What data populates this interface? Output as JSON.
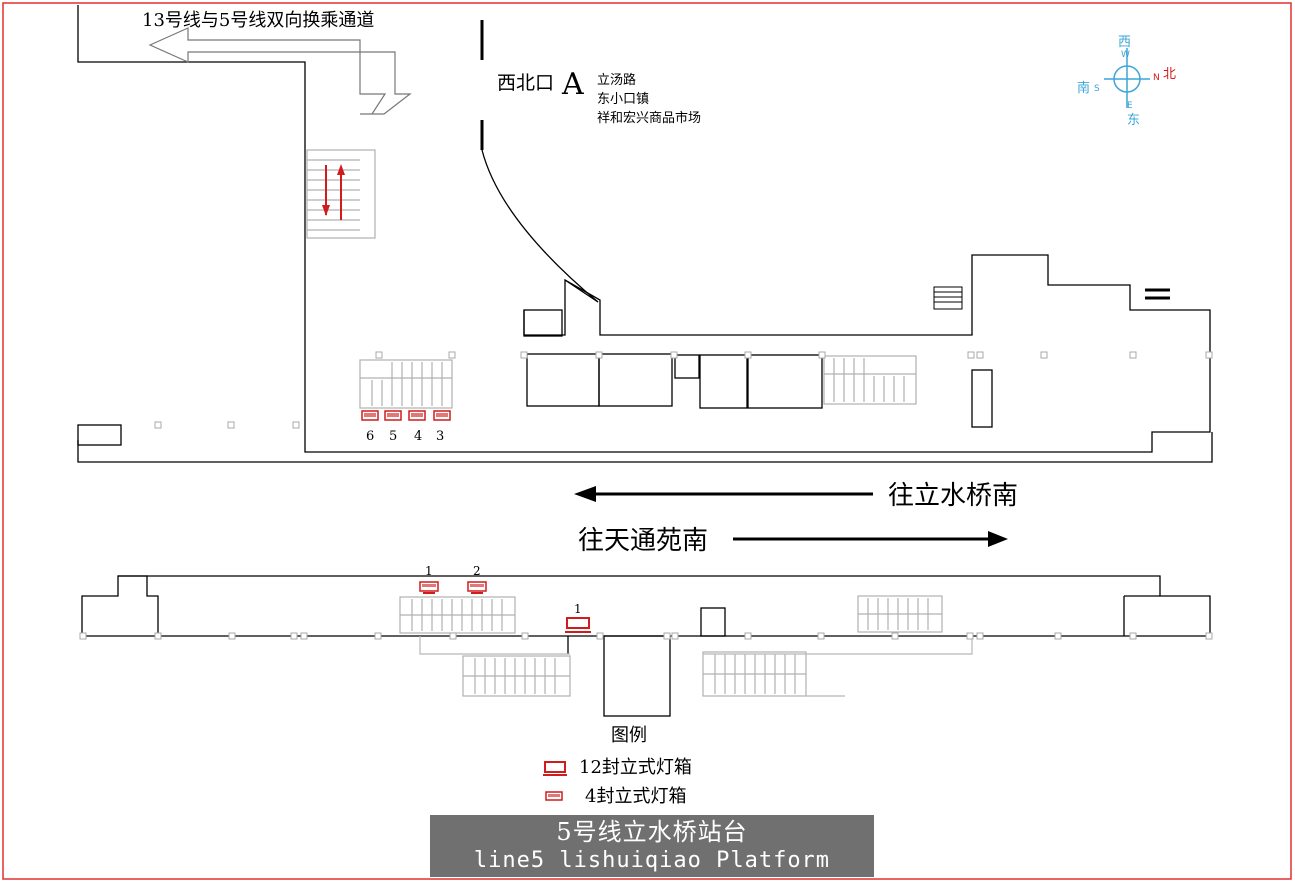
{
  "transfer_label": "13号线与5号线双向换乘通道",
  "exit": {
    "name": "西北口",
    "letter": "A",
    "destinations": [
      "立汤路",
      "东小口镇",
      "祥和宏兴商品市场"
    ]
  },
  "compass": {
    "west_cn": "西",
    "west_en": "W",
    "south_cn": "南",
    "south_en": "S",
    "north_cn": "北",
    "north_en": "N",
    "east_cn": "东",
    "east_en": "E"
  },
  "directions": {
    "lishuiqiao_nan": "往立水桥南",
    "tiantongyuan_nan": "往天通苑南"
  },
  "lightbox_numbers_upper": [
    "6",
    "5",
    "4",
    "3"
  ],
  "lightbox_numbers_lower": [
    "1",
    "2",
    "1"
  ],
  "legend": {
    "title": "图例",
    "item_12": "12封立式灯箱",
    "item_4": "4封立式灯箱"
  },
  "title": {
    "cn": "5号线立水桥站台",
    "en": "line5 lishuiqiao Platform"
  },
  "colors": {
    "border": "#e03030",
    "lightbox": "#d01c1c",
    "compass": "#3aa6d8",
    "title_bg": "#707070"
  }
}
